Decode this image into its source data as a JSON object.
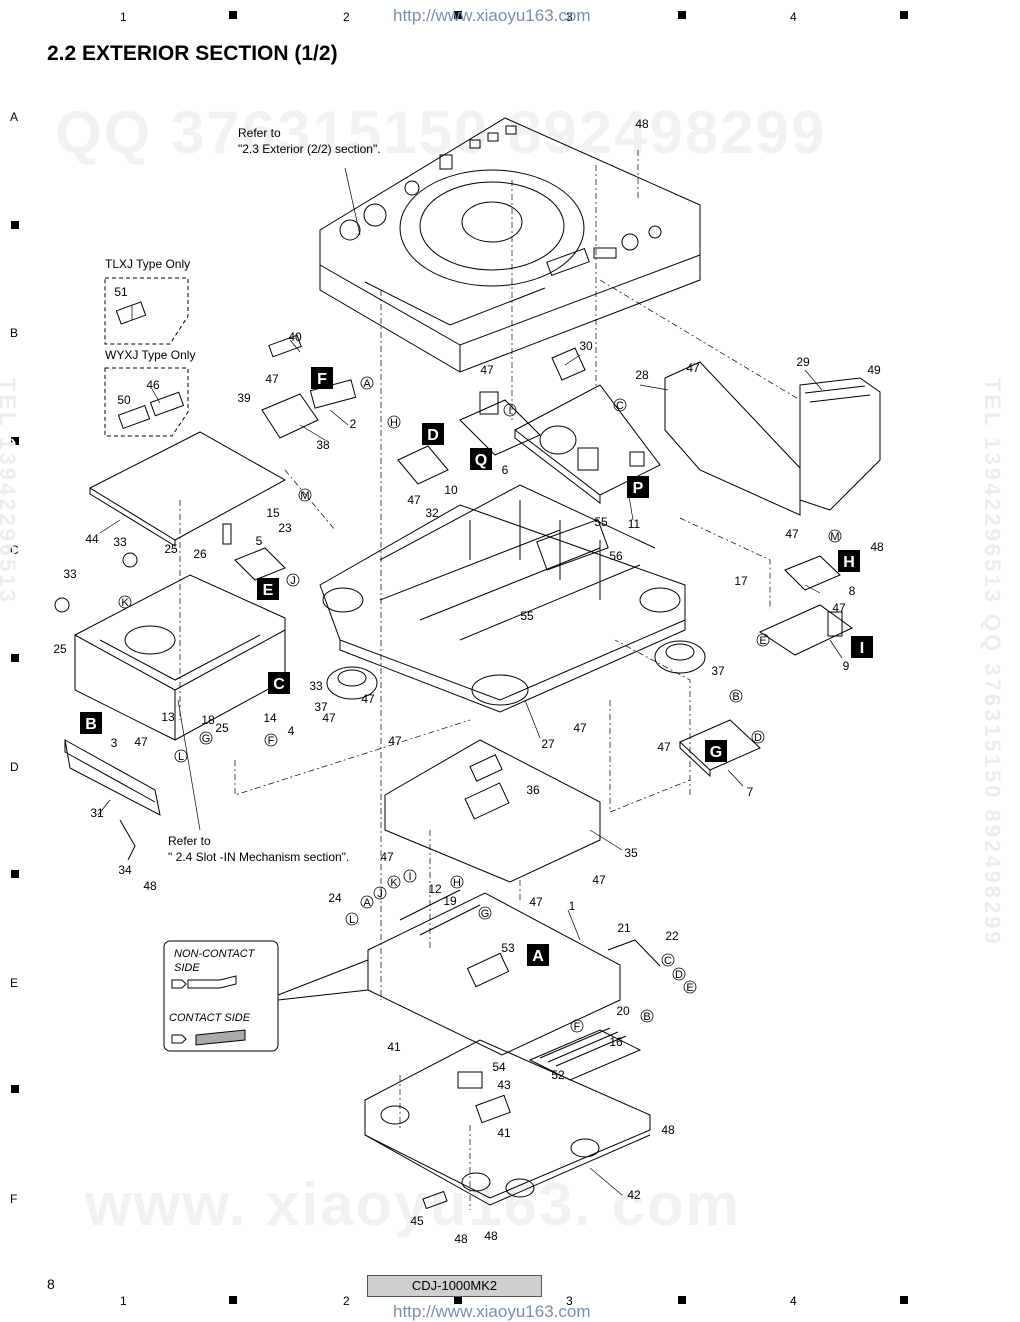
{
  "title": "2.2  EXTERIOR SECTION (1/2)",
  "page_number": "8",
  "model": "CDJ-1000MK2",
  "url": "http://www.xiaoyu163.com",
  "columns": [
    "1",
    "2",
    "3",
    "4"
  ],
  "rows": [
    "A",
    "B",
    "C",
    "D",
    "E",
    "F"
  ],
  "watermarks": {
    "qq_top": "QQ 376315150    892498299",
    "site_bottom": "www. xiaoyu163. com",
    "tel_right": "TEL 13942296513  QQ 376315150  892498299",
    "tel_left": "TEL 13942296513"
  },
  "notes": {
    "refer_top_line1": "Refer to",
    "refer_top_line2": "\"2.3 Exterior (2/2) section\".",
    "tlxj": "TLXJ Type Only",
    "wyxj": "WYXJ Type Only",
    "refer_slot_line1": "Refer to",
    "refer_slot_line2": "\" 2.4 Slot -IN Mechanism section\".",
    "non_contact_line1": "NON-CONTACT",
    "non_contact_line2": "SIDE",
    "contact_side": "CONTACT SIDE"
  },
  "board_labels": [
    "F",
    "D",
    "Q",
    "P",
    "H",
    "E",
    "I",
    "C",
    "G",
    "B",
    "A"
  ],
  "part_numbers": [
    "48",
    "51",
    "46",
    "50",
    "40",
    "47",
    "39",
    "38",
    "2",
    "30",
    "28",
    "47",
    "29",
    "49",
    "47",
    "6",
    "10",
    "11",
    "47",
    "32",
    "55",
    "56",
    "47",
    "48",
    "8",
    "17",
    "47",
    "9",
    "15",
    "44",
    "23",
    "5",
    "26",
    "25",
    "33",
    "33",
    "25",
    "14",
    "4",
    "33",
    "37",
    "47",
    "47",
    "55",
    "37",
    "27",
    "47",
    "47",
    "13",
    "18",
    "25",
    "3",
    "47",
    "31",
    "34",
    "48",
    "7",
    "47",
    "36",
    "35",
    "47",
    "47",
    "47",
    "12",
    "19",
    "24",
    "1",
    "21",
    "22",
    "53",
    "20",
    "16",
    "41",
    "54",
    "43",
    "52",
    "48",
    "41",
    "42",
    "45",
    "48",
    "48"
  ],
  "connector_letters": [
    "A",
    "I",
    "C",
    "H",
    "M",
    "J",
    "K",
    "M",
    "E",
    "B",
    "D",
    "G",
    "F",
    "L",
    "L",
    "A",
    "J",
    "K",
    "I",
    "H",
    "G",
    "C",
    "D",
    "E",
    "F",
    "B"
  ]
}
